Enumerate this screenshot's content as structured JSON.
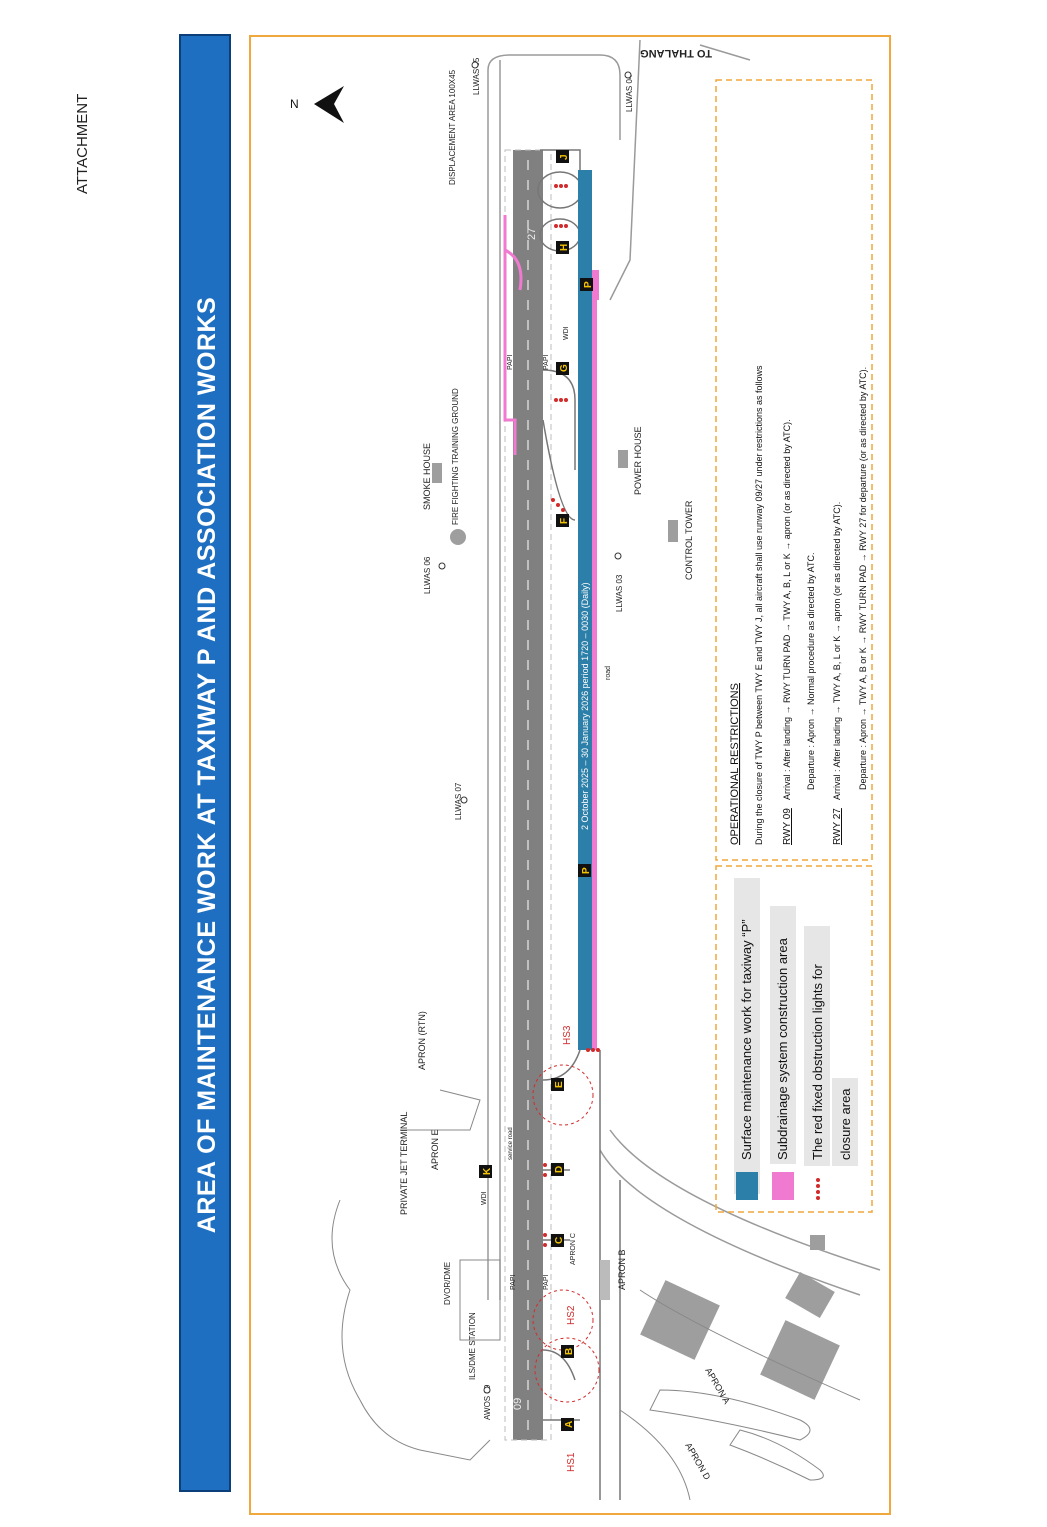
{
  "attachment_label": "ATTACHMENT",
  "title": "AREA OF MAINTENANCE WORK AT TAXIWAY P AND ASSOCIATION WORKS",
  "compass": "N",
  "colors": {
    "banner": "#1e6fc1",
    "frame": "#f0a73c",
    "blue_work": "#2c7fa8",
    "pink_work": "#f07ad0",
    "obstruction": "#d22b2b",
    "runway": "#7f7f7f"
  },
  "map_labels": {
    "to_thalang": "TO THALANG",
    "displacement_area": "DISPLACEMENT AREA 100X45",
    "llwas_05": "LLWAS 05",
    "llwas_04": "LLWAS 04",
    "llwas_06": "LLWAS 06",
    "llwas_07": "LLWAS 07",
    "llwas_03": "LLWAS 03",
    "smoke_house": "SMOKE HOUSE",
    "fire_fighting": "FIRE FIGHTING TRAINING GROUND",
    "power_house": "POWER HOUSE",
    "control_tower": "CONTROL TOWER",
    "apron_rtn": "APRON (RTN)",
    "private_jet_terminal": "PRIVATE JET TERMINAL",
    "apron_e": "APRON E",
    "apron_c": "APRON C",
    "apron_b": "APRON B",
    "apron_a": "APRON A",
    "apron_d": "APRON D",
    "dvor_dme": "DVOR/DME",
    "ils_dme": "ILS/DME STATION",
    "awos_09": "AWOS 09",
    "rwy_09": "09",
    "rwy_27": "27",
    "papi": "PAPI",
    "wdi": "WDI",
    "service_road": "service road",
    "road": "road",
    "hs1": "HS1",
    "hs2": "HS2",
    "hs3": "HS3",
    "closure_period": "2 October 2025 – 30 January 2026 period 1720 – 0030 (Daily)",
    "twy_a": "A",
    "twy_b": "B",
    "twy_c": "C",
    "twy_d": "D",
    "twy_e": "E",
    "twy_f": "F",
    "twy_g": "G",
    "twy_h": "H",
    "twy_j": "J",
    "twy_k": "K",
    "twy_p": "P"
  },
  "legend": {
    "item1": "Surface maintenance work for taxiway “P”",
    "item2": "Subdrainage system construction area",
    "item3_line1": "The red fixed obstruction lights for",
    "item3_line2": "closure area"
  },
  "restrictions": {
    "heading": "OPERATIONAL  RESTRICTIONS",
    "intro": "During the closure of TWY P between TWY E and TWY J, all aircraft shall use runway 09/27 under restrictions as follows",
    "rwy09": "RWY 09",
    "rwy09_arrival": "Arrival : After landing → RWY TURN PAD → TWY A, B, L or K → apron (or as directed by ATC).",
    "rwy09_departure": "Departure : Apron → Normal procedure as directed by ATC.",
    "rwy27": "RWY 27",
    "rwy27_arrival": "Arrival : After landing → TWY A, B, L or K → apron (or as directed by ATC).",
    "rwy27_departure": "Departure : Apron → TWY A, B or K → RWY TURN PAD → RWY 27 for departure (or as directed by ATC)."
  }
}
